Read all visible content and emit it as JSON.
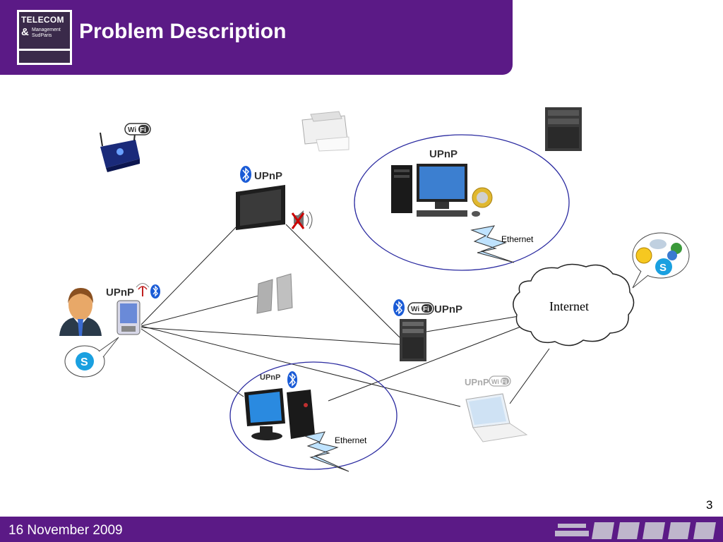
{
  "header": {
    "title": "Problem Description",
    "logo": {
      "line1": "TELECOM",
      "line2": "&",
      "line3": "Management SudParis"
    }
  },
  "footer": {
    "date": "16 November 2009",
    "page_number": "3"
  },
  "diagram": {
    "labels": {
      "wifi": "Wi Fi",
      "upnp": "UPnP",
      "internet": "Internet",
      "ethernet_top": "Ethernet",
      "ethernet_bottom": "Ethernet"
    },
    "colors": {
      "brand": "#5b1a86",
      "circle": "#2a2aa0",
      "bluetooth": "#1a5bd6",
      "skype": "#1aa0e0"
    }
  }
}
